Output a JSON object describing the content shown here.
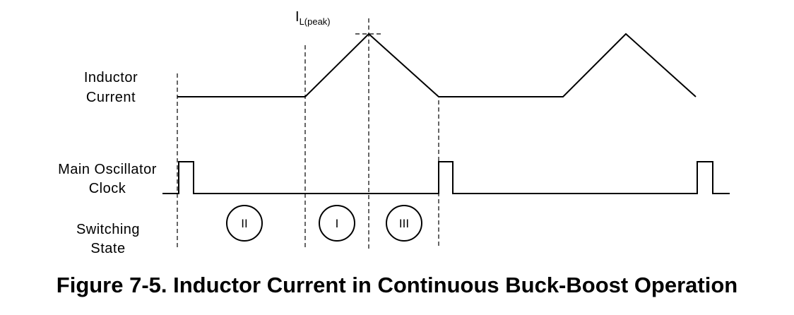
{
  "labels": {
    "inductor_current": [
      "Inductor",
      "Current"
    ],
    "main_oscillator_clock": [
      "Main Oscillator",
      "Clock"
    ],
    "switching_state": [
      "Switching",
      "State"
    ]
  },
  "peak_label": {
    "main": "I",
    "subscript": "L(peak)"
  },
  "states": [
    {
      "id": "state-2",
      "label": "II"
    },
    {
      "id": "state-1",
      "label": "I"
    },
    {
      "id": "state-3",
      "label": "III"
    }
  ],
  "caption": "Figure 7-5. Inductor Current in Continuous Buck-Boost Operation"
}
